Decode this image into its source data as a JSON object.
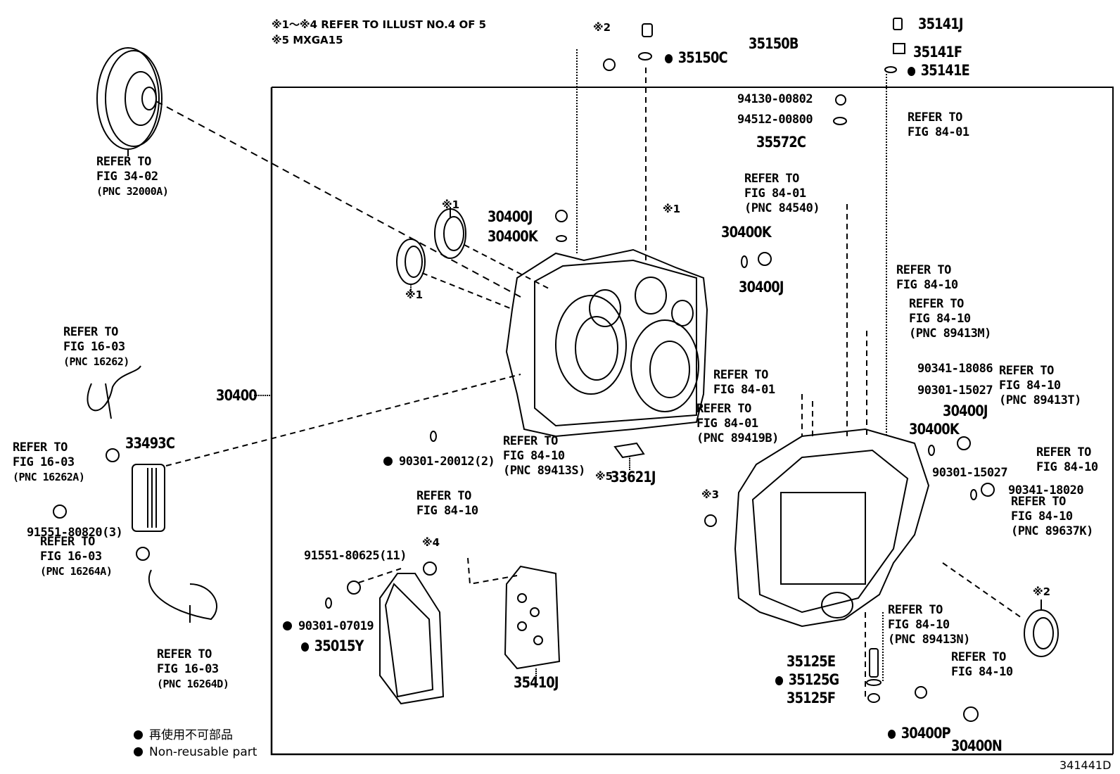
{
  "diagram_id": "341441D",
  "notes": [
    "※1～※4 REFER TO ILLUST NO.4 OF 5",
    "※5 MXGA15"
  ],
  "legend": {
    "jp": "再使用不可部品",
    "en": "Non-reusable part"
  },
  "marks": {
    "m1": "※1",
    "m2": "※2",
    "m3": "※3",
    "m4": "※4",
    "m5": "※5"
  },
  "parts": {
    "p35150B": "35150B",
    "p35150C": "35150C",
    "p35141J": "35141J",
    "p35141F": "35141F",
    "p35141E": "35141E",
    "p94130": "94130-00802",
    "p94512": "94512-00800",
    "p35572C": "35572C",
    "p30400J_a": "30400J",
    "p30400K_a": "30400K",
    "p30400K_b": "30400K",
    "p30400J_b": "30400J",
    "p30400": "30400",
    "p33493C": "33493C",
    "p90301_20012": "90301-20012(2)",
    "p33621J": "33621J",
    "p91551_80820": "91551-80820(3)",
    "p91551_80625": "91551-80625(11)",
    "p90301_07019": "90301-07019",
    "p35015Y": "35015Y",
    "p35410J": "35410J",
    "p90341_18086": "90341-18086",
    "p90301_15027a": "90301-15027",
    "p30400J_c": "30400J",
    "p30400K_c": "30400K",
    "p90301_15027b": "90301-15027",
    "p90341_18020": "90341-18020",
    "p35125E": "35125E",
    "p35125G": "35125G",
    "p35125F": "35125F",
    "p30400P": "30400P",
    "p30400N": "30400N"
  },
  "refs": {
    "r_torque": [
      "REFER TO",
      "FIG 34-02",
      "(PNC 32000A)"
    ],
    "r_hose1": [
      "REFER TO",
      "FIG 16-03",
      "(PNC 16262)"
    ],
    "r_hose1a": [
      "REFER TO",
      "FIG 16-03",
      "(PNC 16262A)"
    ],
    "r_hose2a": [
      "REFER TO",
      "FIG 16-03",
      "(PNC 16264A)"
    ],
    "r_hose2d": [
      "REFER TO",
      "FIG 16-03",
      "(PNC 16264D)"
    ],
    "r_8401_top": [
      "REFER TO",
      "FIG 84-01"
    ],
    "r_84540": [
      "REFER TO",
      "FIG 84-01",
      "(PNC 84540)"
    ],
    "r_8410_a": [
      "REFER TO",
      "FIG 84-10"
    ],
    "r_89413M": [
      "REFER TO",
      "FIG 84-10",
      "(PNC 89413M)"
    ],
    "r_89413T": [
      "REFER TO",
      "FIG 84-10",
      "(PNC 89413T)"
    ],
    "r_8401_mid": [
      "REFER TO",
      "FIG 84-01"
    ],
    "r_89419B": [
      "REFER TO",
      "FIG 84-01",
      "(PNC 89419B)"
    ],
    "r_89413S": [
      "REFER TO",
      "FIG 84-10",
      "(PNC 89413S)"
    ],
    "r_8410_b": [
      "REFER TO",
      "FIG 84-10"
    ],
    "r_8410_c": [
      "REFER TO",
      "FIG 84-10"
    ],
    "r_89637K": [
      "REFER TO",
      "FIG 84-10",
      "(PNC 89637K)"
    ],
    "r_89413N": [
      "REFER TO",
      "FIG 84-10",
      "(PNC 89413N)"
    ],
    "r_8410_d": [
      "REFER TO",
      "FIG 84-10"
    ]
  }
}
